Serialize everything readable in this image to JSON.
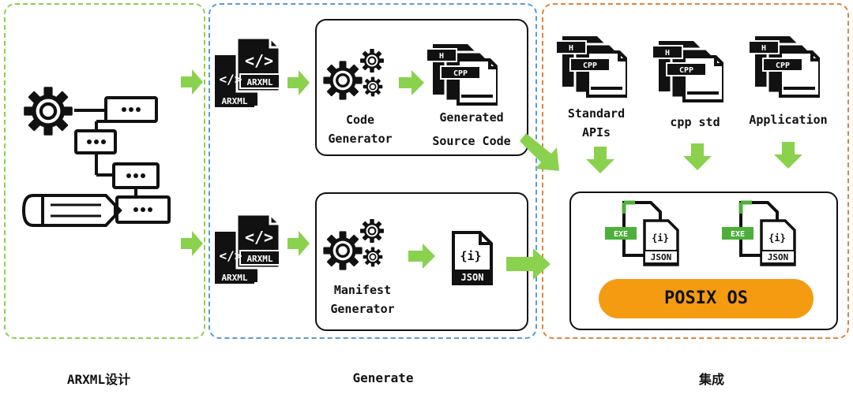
{
  "sections": {
    "arxml_design": "ARXML设计",
    "generate": "Generate",
    "integration": "集成"
  },
  "file_tags": {
    "arxml": "ARXML",
    "h": "H",
    "cpp": "CPP",
    "json": "JSON",
    "exe": "EXE",
    "code": "</>",
    "json_brace": "{i}"
  },
  "generators": {
    "code_line1": "Code",
    "code_line2": "Generator",
    "generated_line1": "Generated",
    "generated_line2": "Source Code",
    "manifest_line1": "Manifest",
    "manifest_line2": "Generator"
  },
  "integration": {
    "standard_line1": "Standard",
    "standard_line2": "APIs",
    "cpp_std": "cpp std",
    "application": "Application",
    "posix": "POSIX OS"
  },
  "colors": {
    "green_border": "#8ccf4b",
    "blue_border": "#5b9bd5",
    "orange_border": "#e2843a",
    "arrow_green": "#8ad14e",
    "posix_fill": "#f59b12",
    "exe_green": "#4caf3a"
  }
}
